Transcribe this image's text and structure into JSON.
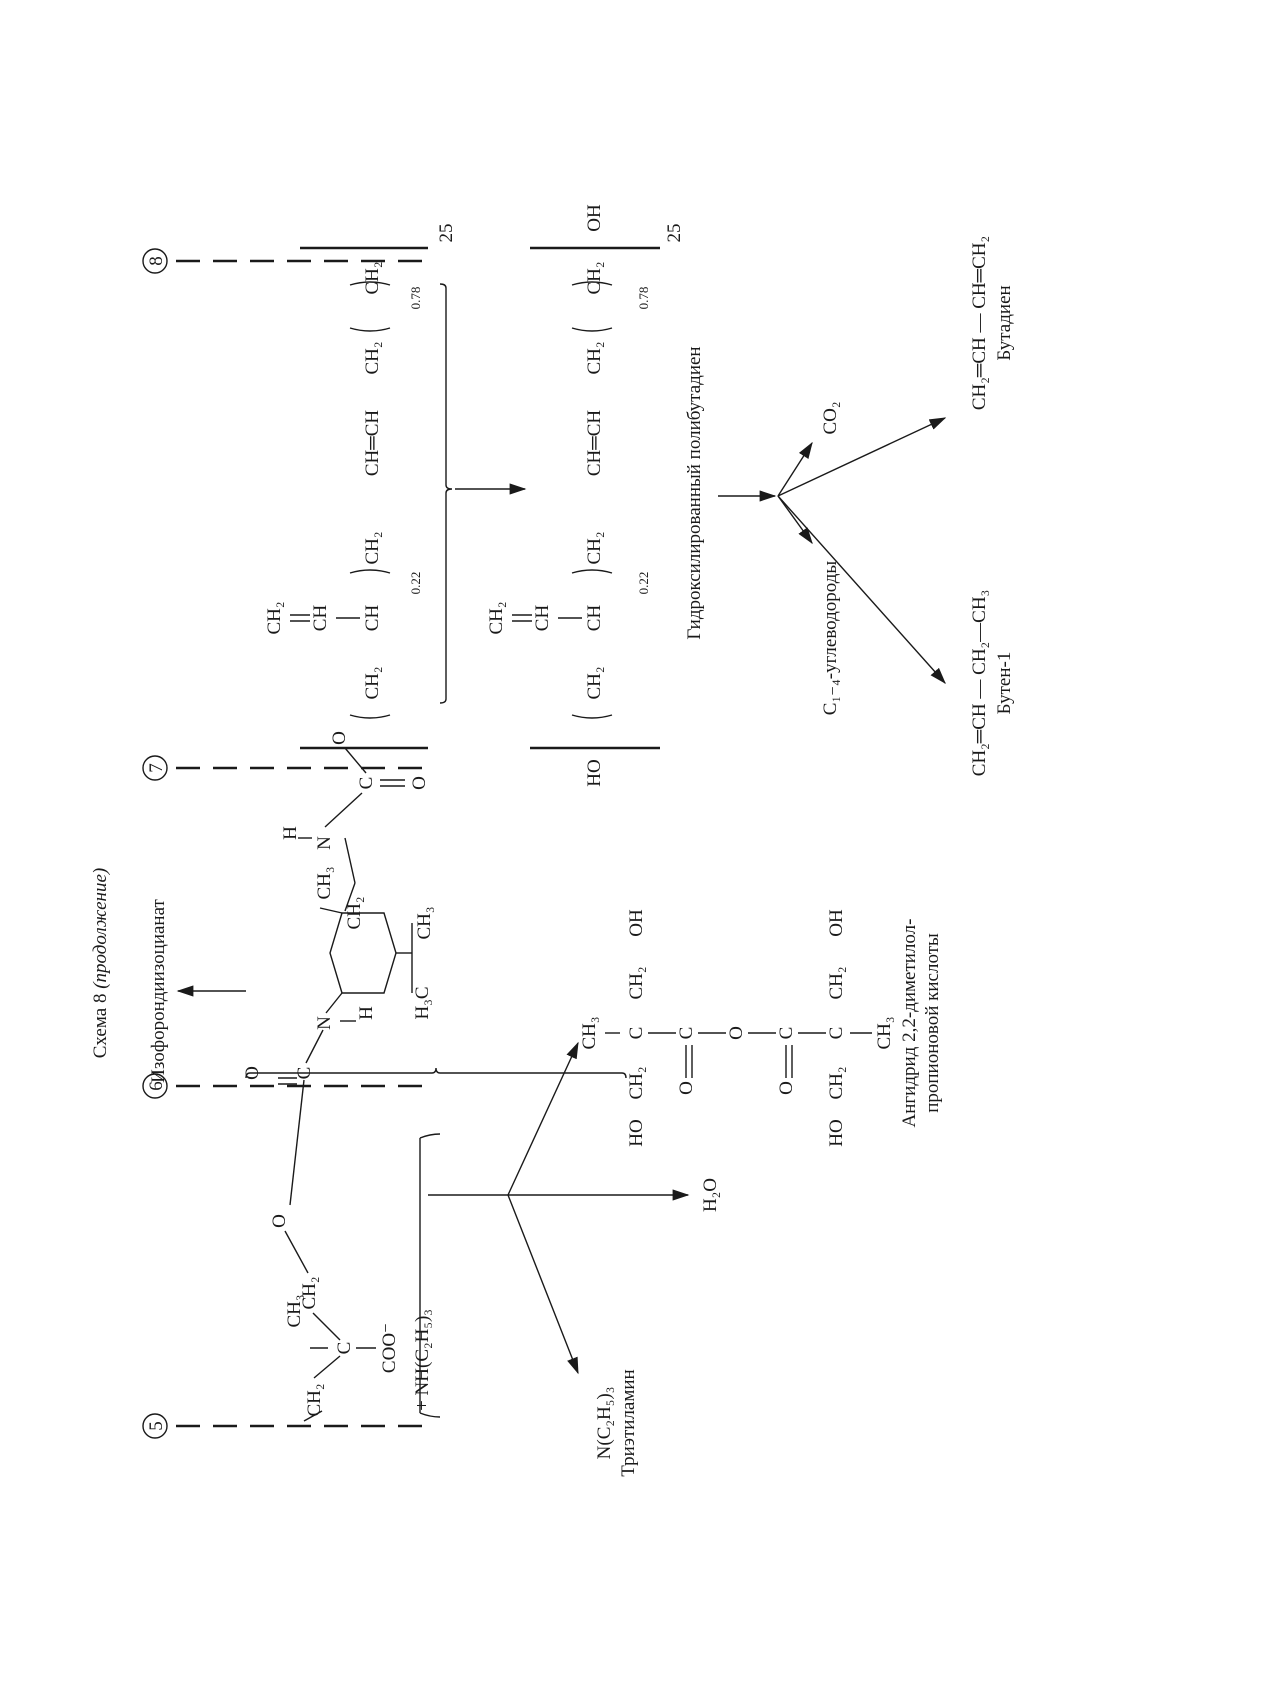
{
  "scheme": {
    "title": "Схема 8",
    "continuation": "(продолжение)",
    "markers": [
      "5",
      "6",
      "7",
      "8"
    ]
  },
  "compounds": {
    "ipdi": "Изофорондиизоцианат",
    "triethylamine_formula": "N(C₂H₅)₃",
    "triethylamine_name": "Триэтиламин",
    "water": "H₂O",
    "anhydride_line1": "Ангидрид 2,2-диметилол-",
    "anhydride_line2": "пропионовой кислоты",
    "htpb": "Гидроксилированный полибутадиен",
    "c14": "С₁₋₄-углеводороды",
    "co2": "CO₂",
    "butene": "Бутен-1",
    "butadiene": "Бутадиен"
  },
  "polymer": {
    "fraction_vinyl": "0.22",
    "fraction_trans": "0.78",
    "degree": "25"
  },
  "fragments": {
    "ch2": "CH₂",
    "ch3": "CH₃",
    "ch": "CH",
    "c": "C",
    "o": "O",
    "n": "N",
    "h": "H",
    "oh": "OH",
    "ho": "HO",
    "coo": "COO⁻",
    "nh_salt": "+ NH(C₂H₅)₃",
    "h3c": "H₃C",
    "ch2_dbl_ch": "CH₂═CH",
    "ch_dbl_ch": "CH═CH",
    "butene_chain": "CH₂═CH — CH₂—CH₃",
    "butadiene_chain": "CH₂═CH — CH═CH₂"
  }
}
